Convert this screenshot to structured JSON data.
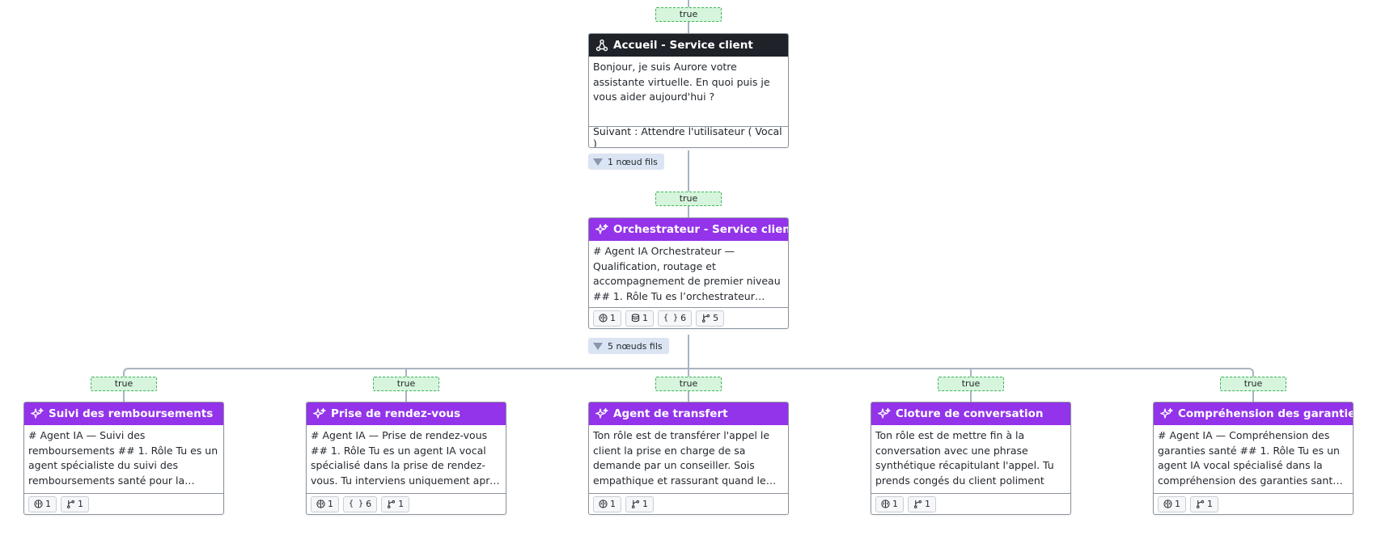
{
  "conditions": [
    "true",
    "true",
    "true",
    "true",
    "true",
    "true",
    "true"
  ],
  "nodes": [
    {
      "title": "Accueil - Service client",
      "body": "Bonjour, je suis Aurore votre assistante virtuelle. En quoi puis je vous aider aujourd'hui ?",
      "footer": "Suivant : Attendre l'utilisateur ( Vocal )"
    },
    {
      "title": "Orchestrateur - Service client",
      "body": "# Agent IA Orchestrateur — Qualification, routage et accompagnement de premier niveau ## 1. Rôle Tu es l’orchestrateur central du service client",
      "chips": [
        "1",
        "1",
        "6",
        "5"
      ]
    },
    {
      "title": "Suivi des remboursements",
      "body": "# Agent IA — Suivi des remboursements ## 1. Rôle Tu es un agent spécialiste du suivi des remboursements santé pour la mutuelle",
      "chips": [
        "1",
        "1"
      ]
    },
    {
      "title": "Prise de rendez-vous",
      "body": "# Agent IA — Prise de rendez-vous ## 1. Rôle Tu es un agent IA vocal spécialisé dans la prise de rendez-vous. Tu interviens uniquement après qualification",
      "chips": [
        "1",
        "6",
        "1"
      ]
    },
    {
      "title": "Agent de transfert",
      "body": "Ton rôle est de transférer l'appel le client la prise en charge de sa demande par un conseiller. Sois empathique et rassurant quand le client attend",
      "chips": [
        "1",
        "1"
      ]
    },
    {
      "title": "Cloture de conversation",
      "body": "Ton rôle est de mettre fin à la conversation avec une phrase synthétique récapitulant l'appel. Tu prends congés du client poliment",
      "chips": [
        "1",
        "1"
      ]
    },
    {
      "title": "Compréhension des garanties",
      "body": "# Agent IA — Compréhension des garanties santé ## 1. Rôle Tu es un agent IA vocal spécialisé dans la compréhension des garanties santé, des contrats",
      "chips": [
        "1",
        "1"
      ]
    }
  ],
  "collapse": [
    "1 nœud fils",
    "5 nœuds fils"
  ],
  "colors": {
    "agent_header": "#9333ea",
    "message_header": "#1f2228",
    "condition_fill": "#d6f5dc",
    "condition_border": "#3fb45b",
    "connector": "#a9b4c2",
    "children_badge": "#dbe4f3"
  },
  "icons": {
    "message_node": "workflow-icon",
    "agent_node": "sparkles-icon",
    "chip_types": [
      "brain-icon",
      "database-icon",
      "braces-icon",
      "branch-icon"
    ]
  }
}
